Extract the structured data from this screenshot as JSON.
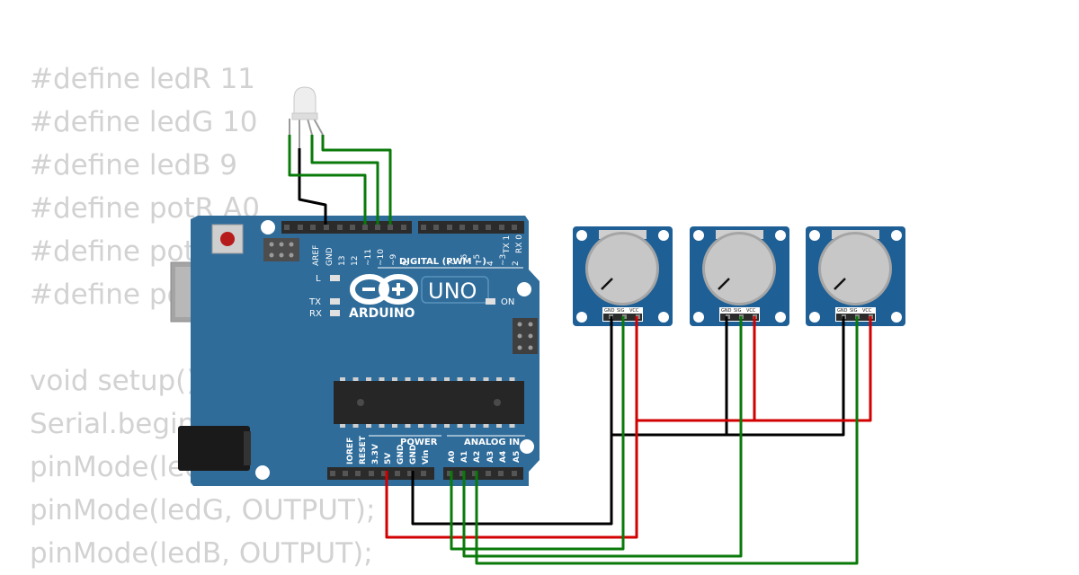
{
  "code_lines": [
    "#define ledR 11",
    "#define ledG 10",
    "#define ledB 9",
    "#define potR A0",
    "#define potG A1",
    "#define potB A2",
    "",
    "void setup() {",
    "Serial.begin(9600);",
    "pinMode(ledR, OUTPUT);",
    "pinMode(ledG, OUTPUT);",
    "pinMode(ledB, OUTPUT);"
  ],
  "board": {
    "brand": "ARDUINO",
    "model": "UNO",
    "on_label": "ON",
    "l_label": "L",
    "tx_label": "TX",
    "rx_label": "RX",
    "digital_header": "DIGITAL (PWM ~)",
    "power_header": "POWER",
    "analog_header": "ANALOG IN",
    "digital_pins": [
      "AREF",
      "GND",
      "13",
      "12",
      "~11",
      "~10",
      "~9",
      "8",
      "7",
      "~6",
      "~5",
      "4",
      "~3",
      "2",
      "TX 1",
      "RX 0"
    ],
    "power_pins": [
      "IOREF",
      "RESET",
      "3.3V",
      "5V",
      "GND",
      "GND",
      "Vin"
    ],
    "analog_pins": [
      "A0",
      "A1",
      "A2",
      "A3",
      "A4",
      "A5"
    ]
  },
  "potentiometers": [
    {
      "pins": [
        "GND",
        "SIG",
        "VCC"
      ]
    },
    {
      "pins": [
        "GND",
        "SIG",
        "VCC"
      ]
    },
    {
      "pins": [
        "GND",
        "SIG",
        "VCC"
      ]
    }
  ],
  "colors": {
    "board": "#2f6c9a",
    "module": "#1e5f95",
    "wire_black": "#000000",
    "wire_green": "#0a7a0a",
    "wire_red": "#d20000",
    "code_text": "#d2d2d2"
  }
}
